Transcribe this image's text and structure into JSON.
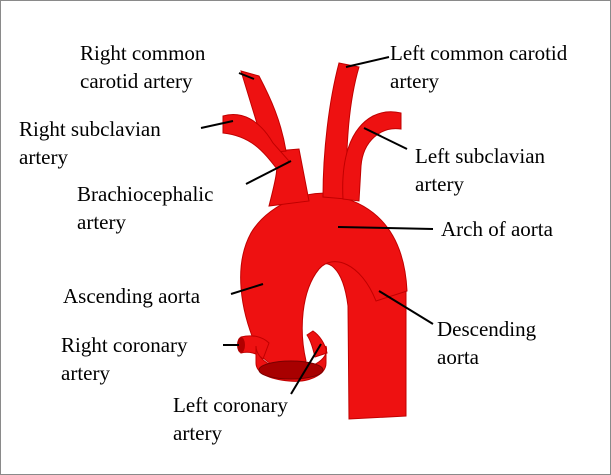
{
  "colors": {
    "vessel": "#ee1111",
    "vessel_dark": "#b00000",
    "leader": "#000000",
    "border": "#8a8a8a"
  },
  "labels": {
    "right_common_carotid": [
      "Right common",
      "carotid artery"
    ],
    "left_common_carotid": [
      "Left common carotid",
      "artery"
    ],
    "right_subclavian": [
      "Right subclavian",
      "artery"
    ],
    "left_subclavian": [
      "Left subclavian",
      "artery"
    ],
    "brachiocephalic": [
      "Brachiocephalic",
      "artery"
    ],
    "arch_of_aorta": [
      "Arch of aorta"
    ],
    "ascending_aorta": [
      "Ascending aorta"
    ],
    "descending_aorta": [
      "Descending",
      "aorta"
    ],
    "right_coronary": [
      "Right coronary",
      "artery"
    ],
    "left_coronary": [
      "Left coronary",
      "artery"
    ]
  }
}
